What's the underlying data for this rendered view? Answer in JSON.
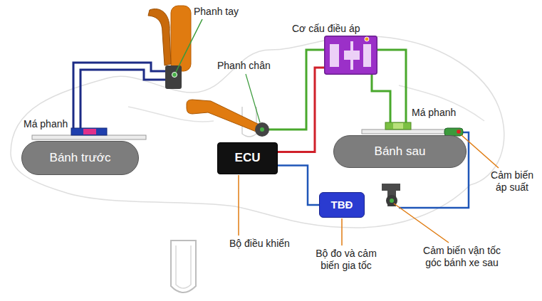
{
  "diagram": {
    "nodes": [
      {
        "text": [
          "Cơ cấu điều áp"
        ]
      },
      {
        "text": [
          "Bánh trước"
        ]
      },
      {
        "text": [
          "Bánh sau"
        ]
      },
      {
        "text": [
          "ECU"
        ]
      },
      {
        "text": [
          "TBĐ"
        ]
      }
    ],
    "edges": [
      {
        "from": 3,
        "to": 0,
        "arrow": "none"
      },
      {
        "from": 3,
        "to": 4,
        "arrow": "none"
      }
    ],
    "labels": [
      "Phanh tay",
      "Phanh chân",
      "Má phanh",
      "Má phanh",
      "Cảm biến áp suất",
      "Bộ điều khiển",
      "Bộ đo và cảm biến gia tốc",
      "Cảm biến vận tốc góc bánh xe sau"
    ]
  }
}
